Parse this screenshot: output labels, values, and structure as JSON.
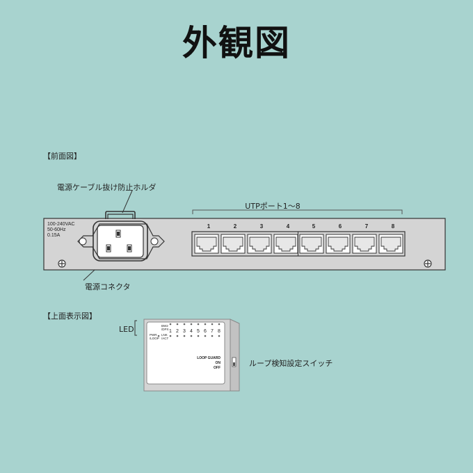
{
  "title": "外観図",
  "front": {
    "section_label": "【前面図】",
    "holder_label": "電源ケーブル抜け防止ホルダ",
    "connector_label": "電源コネクタ",
    "ports_label": "UTPポート1〜8",
    "power_spec": [
      "100-240VAC",
      "50-60Hz",
      "0.15A"
    ],
    "port_numbers": [
      "1",
      "2",
      "3",
      "4",
      "5",
      "6",
      "7",
      "8"
    ]
  },
  "top": {
    "section_label": "【上面表示図】",
    "led_label": "LED",
    "switch_label": "ループ検知設定スイッチ",
    "led_panel": {
      "row1_label_a": "BW2",
      "row1_label_b": "/DPX",
      "row2_label_a": "PWR",
      "row2_label_b": "/LOOP",
      "row2_label_c": "LNK",
      "row2_label_d": "/ACT",
      "port_numbers": [
        "1",
        "2",
        "3",
        "4",
        "5",
        "6",
        "7",
        "8"
      ]
    },
    "loop_guard_label": "LOOP GUARD",
    "on_label": "ON",
    "off_label": "OFF"
  },
  "colors": {
    "background": "#a8d3cf",
    "device": "#d4d4d4",
    "outline": "#333333"
  }
}
